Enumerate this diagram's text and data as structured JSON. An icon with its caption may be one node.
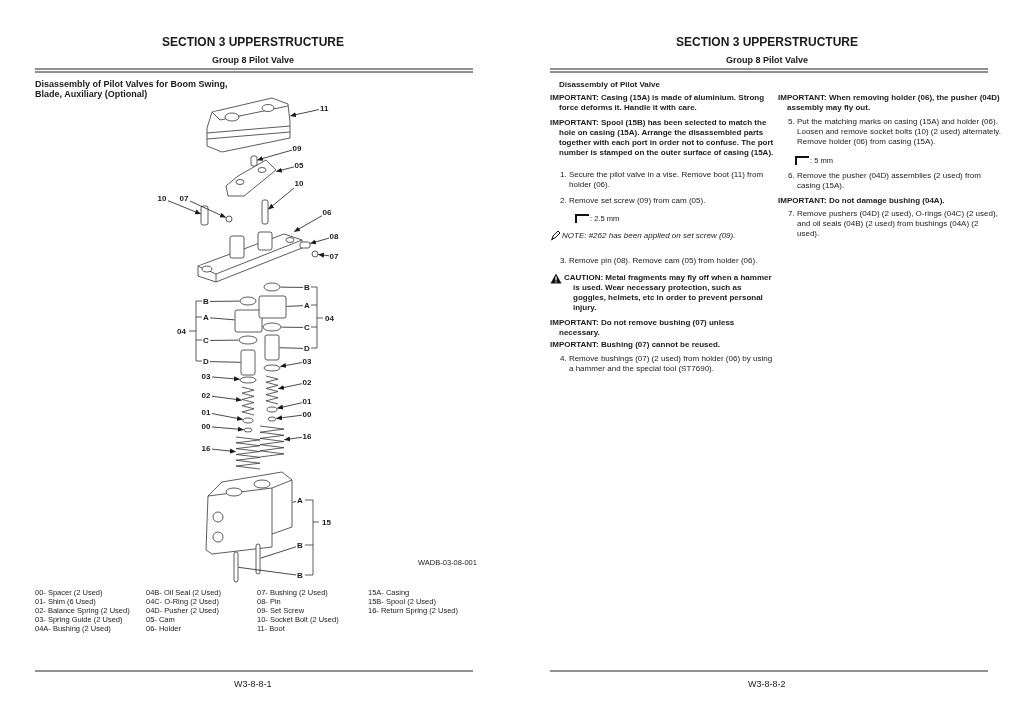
{
  "diagram": {
    "nodes": [
      {
        "text": [
          "11"
        ]
      },
      {
        "text": [
          "09"
        ]
      },
      {
        "text": [
          "05"
        ]
      },
      {
        "text": [
          "10"
        ]
      },
      {
        "text": [
          "10"
        ]
      },
      {
        "text": [
          "07"
        ]
      },
      {
        "text": [
          "06"
        ]
      },
      {
        "text": [
          "08"
        ]
      },
      {
        "text": [
          "07"
        ]
      },
      {
        "text": [
          "B"
        ]
      },
      {
        "text": [
          "B"
        ]
      },
      {
        "text": [
          "A"
        ]
      },
      {
        "text": [
          "A"
        ]
      },
      {
        "text": [
          "C"
        ]
      },
      {
        "text": [
          "C"
        ]
      },
      {
        "text": [
          "D"
        ]
      },
      {
        "text": [
          "D"
        ]
      },
      {
        "text": [
          "03"
        ]
      },
      {
        "text": [
          "03"
        ]
      },
      {
        "text": [
          "02"
        ]
      },
      {
        "text": [
          "02"
        ]
      },
      {
        "text": [
          "01"
        ]
      },
      {
        "text": [
          "01"
        ]
      },
      {
        "text": [
          "00"
        ]
      },
      {
        "text": [
          "00"
        ]
      },
      {
        "text": [
          "16"
        ]
      },
      {
        "text": [
          "16"
        ]
      },
      {
        "text": [
          "A"
        ]
      },
      {
        "text": [
          "B"
        ]
      },
      {
        "text": [
          "B"
        ]
      },
      {
        "text": [],
        "shape": "picture"
      },
      {
        "text": [],
        "shape": "box"
      },
      {
        "text": [],
        "shape": "picture"
      },
      {
        "text": [],
        "shape": "box"
      },
      {
        "text": [],
        "shape": "box"
      },
      {
        "text": [],
        "shape": "circle"
      },
      {
        "text": [],
        "shape": "picture"
      },
      {
        "text": [],
        "shape": "box"
      },
      {
        "text": [],
        "shape": "circle"
      },
      {
        "text": [],
        "shape": "circle"
      },
      {
        "text": [],
        "shape": "circle"
      },
      {
        "text": [],
        "shape": "box"
      },
      {
        "text": [],
        "shape": "box"
      },
      {
        "text": [],
        "shape": "circle"
      },
      {
        "text": [],
        "shape": "circle"
      },
      {
        "text": [],
        "shape": "box"
      },
      {
        "text": [],
        "shape": "box"
      },
      {
        "text": [],
        "shape": "circle"
      },
      {
        "text": [],
        "shape": "circle"
      },
      {
        "text": [],
        "shape": "picture"
      },
      {
        "text": [],
        "shape": "picture"
      },
      {
        "text": [],
        "shape": "circle"
      },
      {
        "text": [],
        "shape": "circle"
      },
      {
        "text": [],
        "shape": "circle"
      },
      {
        "text": [],
        "shape": "circle"
      },
      {
        "text": [],
        "shape": "picture"
      },
      {
        "text": [],
        "shape": "picture"
      },
      {
        "text": [],
        "shape": "picture"
      },
      {
        "text": [],
        "shape": "box"
      },
      {
        "text": [],
        "shape": "box"
      }
    ],
    "edges": [
      {
        "from": 0,
        "to": 30,
        "arrow": "to"
      },
      {
        "from": 1,
        "to": 31,
        "arrow": "to"
      },
      {
        "from": 2,
        "to": 32,
        "arrow": "to"
      },
      {
        "from": 3,
        "to": 33,
        "arrow": "to"
      },
      {
        "from": 4,
        "to": 34,
        "arrow": "to"
      },
      {
        "from": 5,
        "to": 35,
        "arrow": "to"
      },
      {
        "from": 6,
        "to": 36,
        "arrow": "to"
      },
      {
        "from": 7,
        "to": 37,
        "arrow": "to"
      },
      {
        "from": 8,
        "to": 38,
        "arrow": "to"
      },
      {
        "from": 9,
        "to": 39,
        "arrow": "none"
      },
      {
        "from": 10,
        "to": 40,
        "arrow": "none"
      },
      {
        "from": 11,
        "to": 41,
        "arrow": "none"
      },
      {
        "from": 12,
        "to": 42,
        "arrow": "none"
      },
      {
        "from": 13,
        "to": 43,
        "arrow": "none"
      },
      {
        "from": 14,
        "to": 44,
        "arrow": "none"
      },
      {
        "from": 15,
        "to": 45,
        "arrow": "none"
      },
      {
        "from": 16,
        "to": 46,
        "arrow": "none"
      },
      {
        "from": 17,
        "to": 47,
        "arrow": "to"
      },
      {
        "from": 18,
        "to": 48,
        "arrow": "to"
      },
      {
        "from": 19,
        "to": 49,
        "arrow": "to"
      },
      {
        "from": 20,
        "to": 50,
        "arrow": "to"
      },
      {
        "from": 21,
        "to": 51,
        "arrow": "to"
      },
      {
        "from": 22,
        "to": 52,
        "arrow": "to"
      },
      {
        "from": 23,
        "to": 53,
        "arrow": "to"
      },
      {
        "from": 24,
        "to": 54,
        "arrow": "to"
      },
      {
        "from": 25,
        "to": 55,
        "arrow": "to"
      },
      {
        "from": 26,
        "to": 56,
        "arrow": "to"
      },
      {
        "from": 27,
        "to": 57,
        "arrow": "none"
      },
      {
        "from": 28,
        "to": 58,
        "arrow": "none"
      },
      {
        "from": 29,
        "to": 59,
        "arrow": "none"
      }
    ],
    "labels": [
      "SECTION 3 UPPERSTRUCTURE",
      "Group 8 Pilot Valve",
      "Disassembly of Pilot Valves for Boom Swing, Blade, Auxiliary (Optional)",
      "04",
      "04",
      "15",
      "WADB-03-08-001",
      "00- Spacer (2 Used)",
      "04B- Oil Seal (2 Used)",
      "07- Bushing (2 Used)",
      "15A- Casing",
      "01- Shim (6 Used)",
      "04C- O-Ring (2 Used)",
      "08- Pin",
      "15B- Spool (2 Used)",
      "02- Balance Spring (2 Used)",
      "04D- Pusher (2 Used)",
      "09- Set Screw",
      "16- Return Spring (2 Used)",
      "03- Spring Guide (2 Used)",
      "05- Cam",
      "10- Socket Bolt (2 Used)",
      "04A- Bushing (2 Used)",
      "06- Holder",
      "11- Boot",
      "W3-8-8-1",
      "SECTION 3 UPPERSTRUCTURE",
      "Group 8 Pilot Valve",
      "Disassembly of Pilot Valve",
      "IMPORTANT: Casing (15A) is made of aluminium. Strong force deforms it. Handle it with care.",
      "IMPORTANT: Spool (15B) has been selected to match the hole on casing (15A). Arrange the disassembled parts together with each port in order not to confuse. The port number is stamped on the outer surface of casing (15A).",
      "1. Secure the pilot valve in a vise. Remove boot (11) from holder (06).",
      "2. Remove set screw (09) from cam (05).",
      ": 2.5 mm",
      "NOTE: #262 has been applied on set screw (09).",
      "3. Remove pin (08). Remove cam (05) from holder (06).",
      "CAUTION: Metal fragments may fly off when a hammer is used. Wear necessary protection, such as goggles, helmets, etc in order to prevent personal injury.",
      "IMPORTANT: Do not remove bushing (07) unless necessary.",
      "IMPORTANT: Bushing (07) cannot be reused.",
      "4. Remove bushings (07) (2 used) from holder (06) by using a hammer and the special tool (ST7690).",
      "IMPORTANT: When removing holder (06), the pusher (04D) assembly may fly out.",
      "5. Put the matching marks on casing (15A) and holder (06). Loosen and remove socket bolts (10) (2 used) alternately. Remove holder (06) from casing (15A).",
      ": 5 mm",
      "6. Remove the pusher (04D) assemblies (2 used) from casing (15A).",
      "IMPORTANT: Do not damage bushing (04A).",
      "7. Remove pushers (04D) (2 used), O-rings (04C) (2 used), and oil seals (04B) (2 used) from bushings (04A) (2 used).",
      "W3-8-8-2"
    ]
  }
}
